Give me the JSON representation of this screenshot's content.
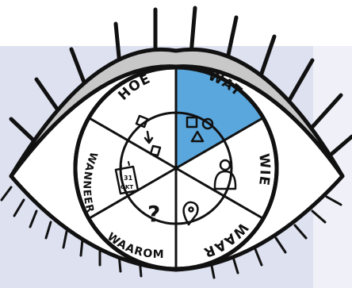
{
  "diagram": {
    "colors": {
      "background_panel": "#dde1f0",
      "highlight": "#5aa7dd",
      "lid": "#c8c8c8",
      "ink": "#111111",
      "white": "#ffffff"
    },
    "highlighted_segment": "WAT",
    "segments": [
      {
        "id": "wat",
        "label": "WAT",
        "icon": "shapes-icon",
        "highlighted": true
      },
      {
        "id": "wie",
        "label": "WIE",
        "icon": "person-icon",
        "highlighted": false
      },
      {
        "id": "waar",
        "label": "WAAR",
        "icon": "location-pin-icon",
        "highlighted": false
      },
      {
        "id": "waarom",
        "label": "WAAROM",
        "icon": "question-mark-icon",
        "highlighted": false
      },
      {
        "id": "wanneer",
        "label": "WANNEER",
        "icon": "calendar-icon",
        "highlighted": false
      },
      {
        "id": "hoe",
        "label": "HOE",
        "icon": "process-flow-icon",
        "highlighted": false
      }
    ],
    "calendar": {
      "day": "31",
      "month": "OKT"
    }
  }
}
